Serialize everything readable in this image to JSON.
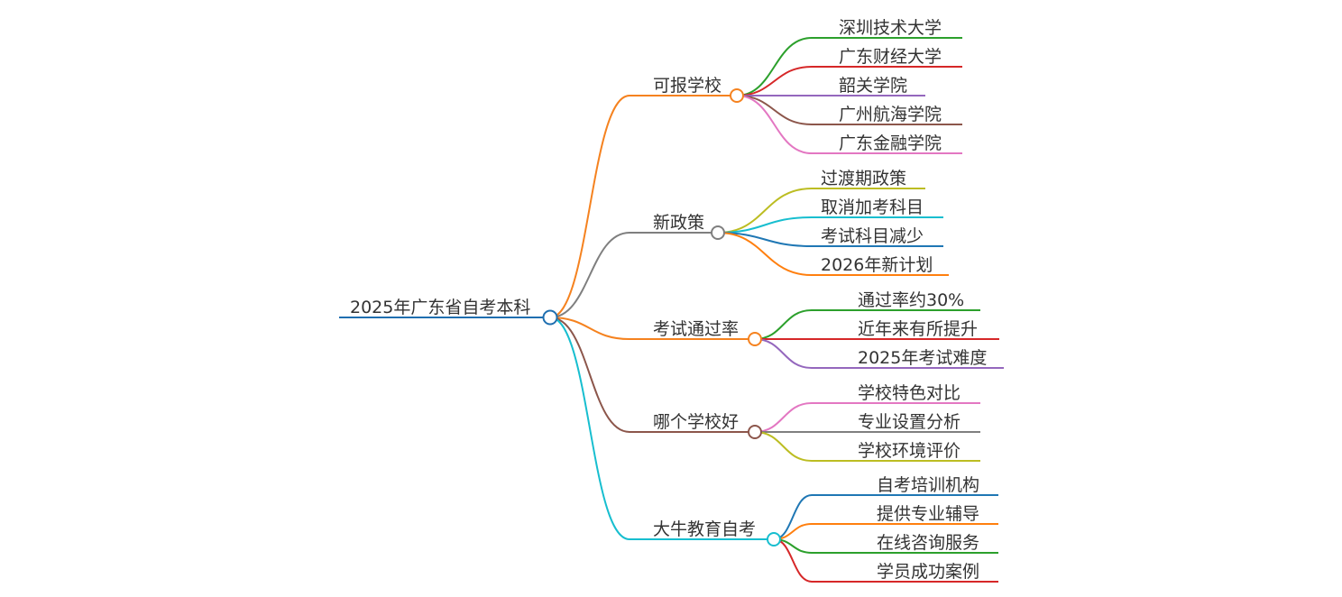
{
  "root": {
    "label": "2025年广东省自考本科",
    "color": "#1f6fb0"
  },
  "branches": [
    {
      "label": "可报学校",
      "color": "#f5821f",
      "children": [
        {
          "label": "深圳技术大学",
          "color": "#2ca02c"
        },
        {
          "label": "广东财经大学",
          "color": "#d62728"
        },
        {
          "label": "韶关学院",
          "color": "#9467bd"
        },
        {
          "label": "广州航海学院",
          "color": "#8c564b"
        },
        {
          "label": "广东金融学院",
          "color": "#e377c2"
        }
      ]
    },
    {
      "label": "新政策",
      "color": "#7f7f7f",
      "children": [
        {
          "label": "过渡期政策",
          "color": "#bcbd22"
        },
        {
          "label": "取消加考科目",
          "color": "#17becf"
        },
        {
          "label": "考试科目减少",
          "color": "#1f77b4"
        },
        {
          "label": "2026年新计划",
          "color": "#ff7f0e"
        }
      ]
    },
    {
      "label": "考试通过率",
      "color": "#f5821f",
      "children": [
        {
          "label": "通过率约30%",
          "color": "#2ca02c"
        },
        {
          "label": "近年来有所提升",
          "color": "#d62728"
        },
        {
          "label": "2025年考试难度",
          "color": "#9467bd"
        }
      ]
    },
    {
      "label": "哪个学校好",
      "color": "#8c564b",
      "children": [
        {
          "label": "学校特色对比",
          "color": "#e377c2"
        },
        {
          "label": "专业设置分析",
          "color": "#7f7f7f"
        },
        {
          "label": "学校环境评价",
          "color": "#bcbd22"
        }
      ]
    },
    {
      "label": "大牛教育自考",
      "color": "#17becf",
      "children": [
        {
          "label": "自考培训机构",
          "color": "#1f77b4"
        },
        {
          "label": "提供专业辅导",
          "color": "#ff7f0e"
        },
        {
          "label": "在线咨询服务",
          "color": "#2ca02c"
        },
        {
          "label": "学员成功案例",
          "color": "#d62728"
        }
      ]
    }
  ]
}
